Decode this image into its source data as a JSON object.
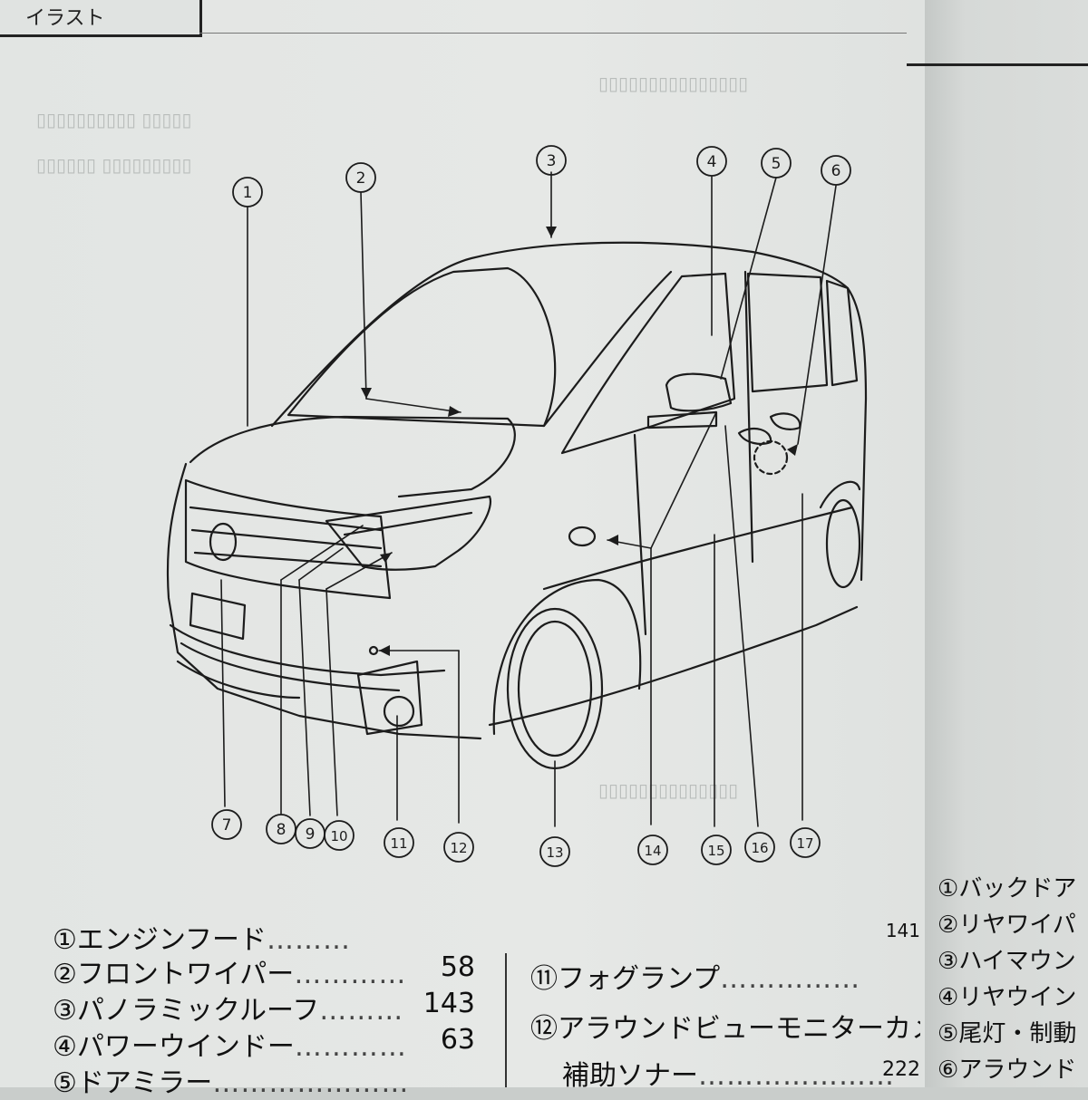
{
  "header": {
    "tab_label": "イラスト"
  },
  "diagram": {
    "callouts": [
      "①",
      "②",
      "③",
      "④",
      "⑤",
      "⑥",
      "⑦",
      "⑧",
      "⑨",
      "⑩",
      "⑪",
      "⑫",
      "⑬",
      "⑭",
      "⑮",
      "⑯",
      "⑰"
    ]
  },
  "legend": {
    "left": [
      {
        "num": "①",
        "label": "エンジンフード",
        "page": ""
      },
      {
        "num": "②",
        "label": "フロントワイパー",
        "page": "58"
      },
      {
        "num": "③",
        "label": "パノラミックルーフ",
        "page": "143"
      },
      {
        "num": "④",
        "label": "パワーウインドー",
        "page": "63"
      },
      {
        "num": "⑤",
        "label": "ドアミラー",
        "page": ""
      }
    ],
    "right": [
      {
        "num": "⑪",
        "label": "フォグランプ",
        "page": "141"
      },
      {
        "num": "⑫",
        "label": "アラウンドビューモニターカメラ",
        "page": ""
      },
      {
        "num": "",
        "label": "補助ソナー",
        "page": "222"
      }
    ]
  },
  "right_page": {
    "items": [
      {
        "num": "①",
        "label": "バックドア"
      },
      {
        "num": "②",
        "label": "リヤワイパ"
      },
      {
        "num": "③",
        "label": "ハイマウン"
      },
      {
        "num": "④",
        "label": "リヤウイン"
      },
      {
        "num": "⑤",
        "label": "尾灯・制動"
      },
      {
        "num": "⑥",
        "label": "アラウンド"
      }
    ]
  }
}
